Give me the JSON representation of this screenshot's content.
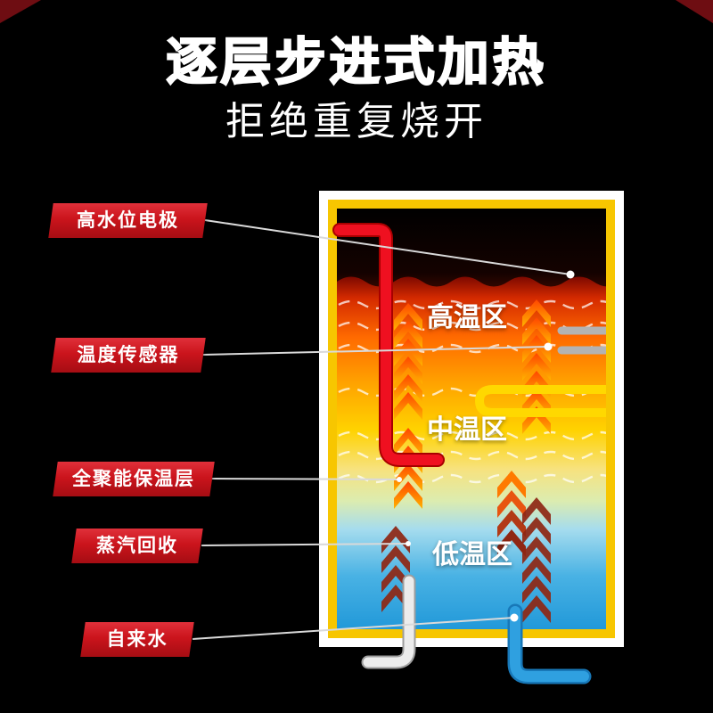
{
  "header": {
    "title": "逐层步进式加热",
    "subtitle": "拒绝重复烧开"
  },
  "callouts": [
    {
      "label": "高水位电极"
    },
    {
      "label": "温度传感器"
    },
    {
      "label": "全聚能保温层"
    },
    {
      "label": "蒸汽回收"
    },
    {
      "label": "自来水"
    }
  ],
  "zones": [
    {
      "label": "高温区"
    },
    {
      "label": "中温区"
    },
    {
      "label": "低温区"
    }
  ],
  "colors": {
    "background": "#000000",
    "callout_red": "#cb141c",
    "tank_border_outer": "#ffffff",
    "tank_border_inner": "#f7c600",
    "zone_high_red": "#e03c00",
    "zone_mid_yellow": "#ffd200",
    "zone_low_blue": "#2fa0dd",
    "pipe_red": "#e60012",
    "pipe_yellow": "#ffd800",
    "pipe_blue": "#1e8ecf",
    "pipe_gray": "#b3b3b3",
    "pipe_white": "#ececec"
  }
}
